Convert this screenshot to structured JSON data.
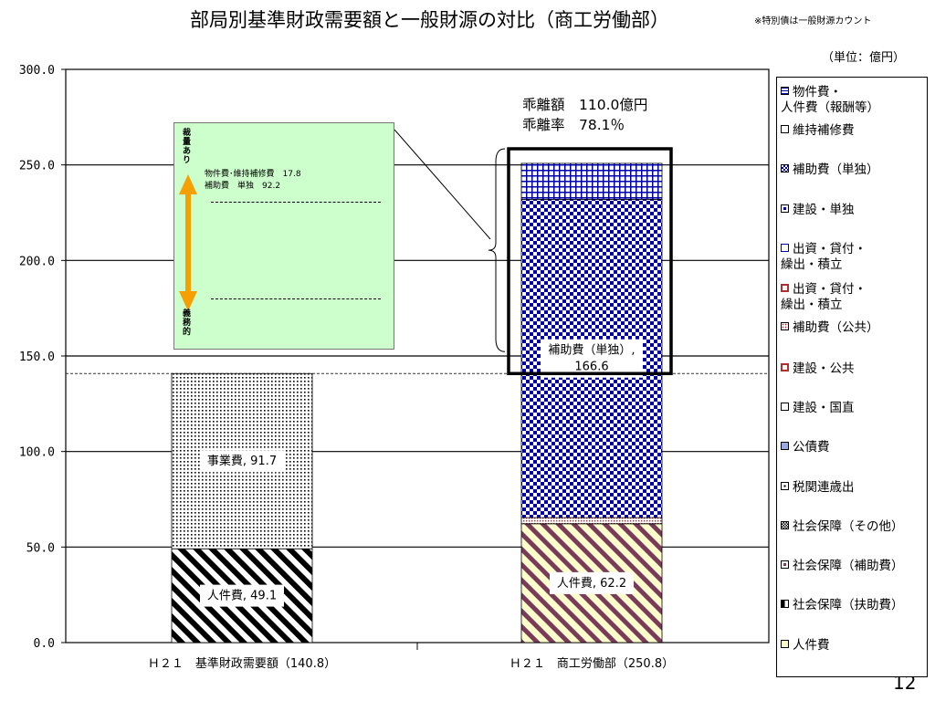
{
  "title": "部局別基準財政需要額と一般財源の対比（商工労働部）",
  "note": "※特別債は一般財源カウント",
  "unit": "（単位：億円）",
  "page_number": "12",
  "gap": {
    "amount_label": "乖離額",
    "amount_value": "110.0億円",
    "rate_label": "乖離率",
    "rate_value": "78.1％"
  },
  "green_box": {
    "top_label": "裁量あり",
    "bottom_label": "義務的",
    "line1": "物件費･維持補修費　17.8",
    "line2": "補助費　単独　92.2"
  },
  "colors": {
    "accent_green": "#ccffcc",
    "arrow": "#f5a000",
    "hatch_purple": "#7a3a5a",
    "hatch_yellow": "#ffffcc",
    "check_blue": "#0000aa"
  },
  "chart_data": {
    "type": "bar",
    "stacked": true,
    "ylim": [
      0,
      300
    ],
    "yticks": [
      "0.0",
      "50.0",
      "100.0",
      "150.0",
      "200.0",
      "250.0",
      "300.0"
    ],
    "grid": true,
    "legend_position": "right",
    "categories": [
      "Ｈ２１　基準財政需要額（140.8）",
      "Ｈ２１　商工労働部（250.8）"
    ],
    "reference_line": 140.8,
    "bars": [
      {
        "segments": [
          {
            "name": "人件費",
            "value": 49.1,
            "label": "人件費, 49.1",
            "pattern": "diag-black"
          },
          {
            "name": "事業費",
            "value": 91.7,
            "label": "事業費, 91.7",
            "pattern": "dots"
          }
        ]
      },
      {
        "segments": [
          {
            "name": "人件費",
            "value": 62.2,
            "label": "人件費, 62.2",
            "pattern": "diag-purple"
          },
          {
            "name": "補助費（公共）",
            "value": 3.2,
            "label": "",
            "pattern": "dots-red"
          },
          {
            "name": "補助費（単独）",
            "value": 166.6,
            "label": "補助費（単独）,\n166.6",
            "pattern": "check-blue"
          },
          {
            "name": "物件費・人件費（報酬等）",
            "value": 18.8,
            "label": "",
            "pattern": "grid-blue"
          }
        ]
      }
    ],
    "legend": [
      {
        "label": "物件費・\n人件費（報酬等）",
        "pattern": "grid-blue"
      },
      {
        "label": "維持補修費",
        "pattern": "white"
      },
      {
        "label": "補助費（単独）",
        "pattern": "check-blue"
      },
      {
        "label": "建設・単独",
        "pattern": "solid-blue"
      },
      {
        "label": "出資・貸付・\n繰出・積立",
        "pattern": "white-blue"
      },
      {
        "label": "出資・貸付・\n繰出・積立",
        "pattern": "red-frame"
      },
      {
        "label": "補助費（公共）",
        "pattern": "dots-red"
      },
      {
        "label": "建設・公共",
        "pattern": "red-frame"
      },
      {
        "label": "建設・国直",
        "pattern": "white"
      },
      {
        "label": "公債費",
        "pattern": "light-blue"
      },
      {
        "label": "税関連歳出",
        "pattern": "dot-center"
      },
      {
        "label": "社会保障（その他）",
        "pattern": "check-black"
      },
      {
        "label": "社会保障（補助費）",
        "pattern": "purple"
      },
      {
        "label": "社会保障（扶助費）",
        "pattern": "black-white"
      },
      {
        "label": "人件費",
        "pattern": "yellow"
      }
    ]
  }
}
